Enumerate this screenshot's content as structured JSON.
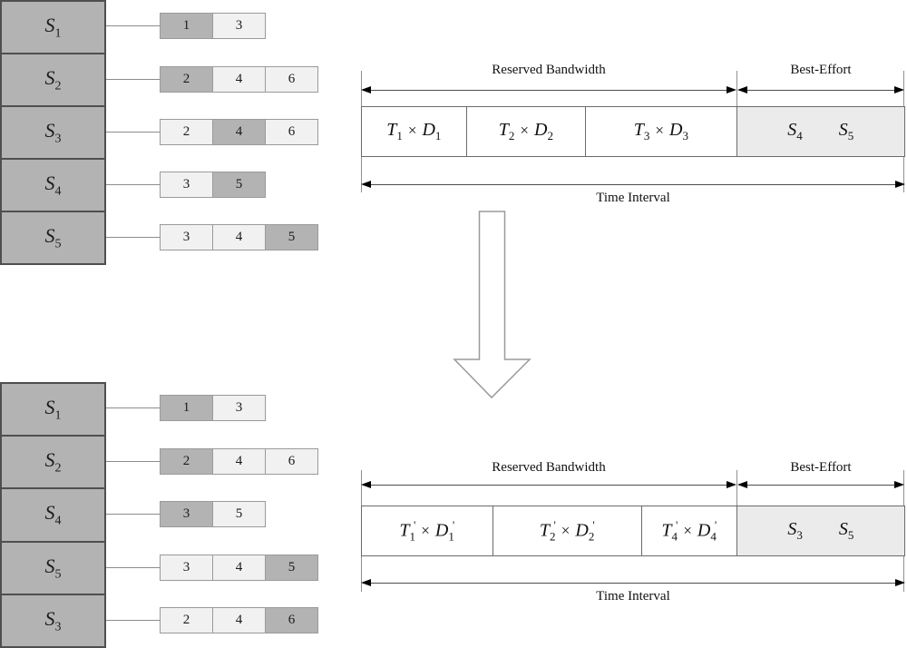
{
  "colors": {
    "service_box_fill": "#b3b3b3",
    "slot_dark_fill": "#b3b3b3",
    "slot_light_fill": "#f1f1f1",
    "best_effort_fill": "#ebebeb",
    "table_border": "#4f4f4f",
    "cell_border": "#9a9a9a",
    "timeline_border": "#6b6b6b",
    "arrow_color": "#000000"
  },
  "top_left_table": {
    "rows": [
      {
        "base": "S",
        "sub": "1",
        "cells": [
          {
            "v": "1",
            "shade": "dark"
          },
          {
            "v": "3",
            "shade": "light"
          }
        ]
      },
      {
        "base": "S",
        "sub": "2",
        "cells": [
          {
            "v": "2",
            "shade": "dark"
          },
          {
            "v": "4",
            "shade": "light"
          },
          {
            "v": "6",
            "shade": "light"
          }
        ]
      },
      {
        "base": "S",
        "sub": "3",
        "cells": [
          {
            "v": "2",
            "shade": "light"
          },
          {
            "v": "4",
            "shade": "dark"
          },
          {
            "v": "6",
            "shade": "light"
          }
        ]
      },
      {
        "base": "S",
        "sub": "4",
        "cells": [
          {
            "v": "3",
            "shade": "light"
          },
          {
            "v": "5",
            "shade": "dark"
          }
        ]
      },
      {
        "base": "S",
        "sub": "5",
        "cells": [
          {
            "v": "3",
            "shade": "light"
          },
          {
            "v": "4",
            "shade": "light"
          },
          {
            "v": "5",
            "shade": "dark"
          }
        ]
      }
    ]
  },
  "bottom_left_table": {
    "rows": [
      {
        "base": "S",
        "sub": "1",
        "cells": [
          {
            "v": "1",
            "shade": "dark"
          },
          {
            "v": "3",
            "shade": "light"
          }
        ]
      },
      {
        "base": "S",
        "sub": "2",
        "cells": [
          {
            "v": "2",
            "shade": "dark"
          },
          {
            "v": "4",
            "shade": "light"
          },
          {
            "v": "6",
            "shade": "light"
          }
        ]
      },
      {
        "base": "S",
        "sub": "4",
        "cells": [
          {
            "v": "3",
            "shade": "dark"
          },
          {
            "v": "5",
            "shade": "light"
          }
        ]
      },
      {
        "base": "S",
        "sub": "5",
        "cells": [
          {
            "v": "3",
            "shade": "light"
          },
          {
            "v": "4",
            "shade": "light"
          },
          {
            "v": "5",
            "shade": "dark"
          }
        ]
      },
      {
        "base": "S",
        "sub": "3",
        "cells": [
          {
            "v": "2",
            "shade": "light"
          },
          {
            "v": "4",
            "shade": "light"
          },
          {
            "v": "6",
            "shade": "dark"
          }
        ]
      }
    ]
  },
  "top_timeline": {
    "reserved_label": "Reserved Bandwidth",
    "best_effort_label": "Best-Effort",
    "time_label": "Time Interval",
    "op": "×",
    "segments": [
      {
        "t_base": "T",
        "t_sub": "1",
        "d_base": "D",
        "d_sub": "1",
        "prime": ""
      },
      {
        "t_base": "T",
        "t_sub": "2",
        "d_base": "D",
        "d_sub": "2",
        "prime": ""
      },
      {
        "t_base": "T",
        "t_sub": "3",
        "d_base": "D",
        "d_sub": "3",
        "prime": ""
      }
    ],
    "best_effort_items": [
      {
        "base": "S",
        "sub": "4"
      },
      {
        "base": "S",
        "sub": "5"
      }
    ]
  },
  "bottom_timeline": {
    "reserved_label": "Reserved Bandwidth",
    "best_effort_label": "Best-Effort",
    "time_label": "Time Interval",
    "op": "×",
    "segments": [
      {
        "t_base": "T",
        "t_sub": "1",
        "d_base": "D",
        "d_sub": "1",
        "prime": "'"
      },
      {
        "t_base": "T",
        "t_sub": "2",
        "d_base": "D",
        "d_sub": "2",
        "prime": "'"
      },
      {
        "t_base": "T",
        "t_sub": "4",
        "d_base": "D",
        "d_sub": "4",
        "prime": "'"
      }
    ],
    "best_effort_items": [
      {
        "base": "S",
        "sub": "3"
      },
      {
        "base": "S",
        "sub": "5"
      }
    ]
  }
}
